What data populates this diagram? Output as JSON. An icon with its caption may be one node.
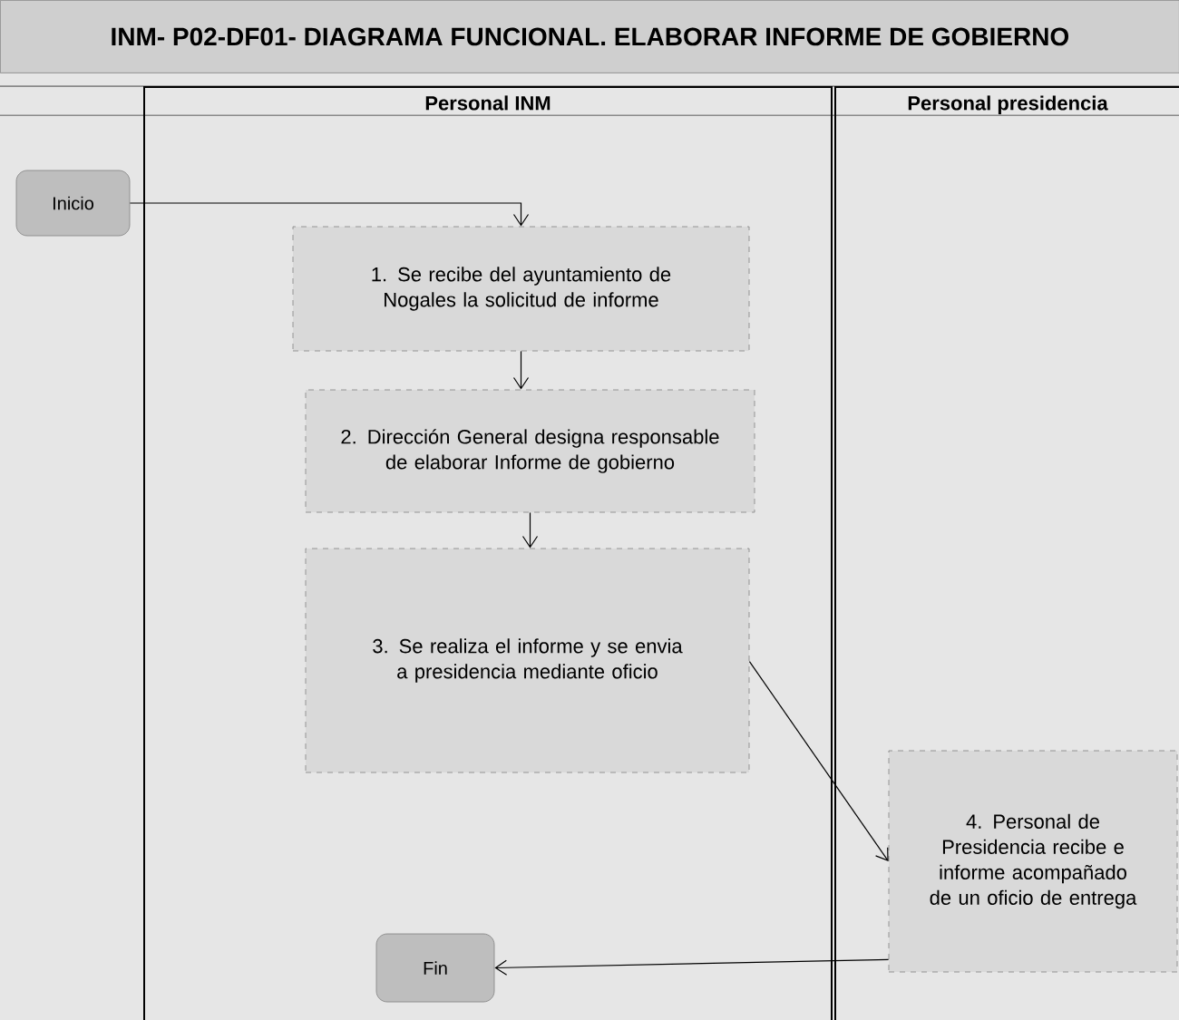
{
  "diagram": {
    "title": "INM- P02-DF01- DIAGRAMA FUNCIONAL. ELABORAR INFORME DE GOBIERNO",
    "nodes": [
      {
        "text": [
          "Personal INM"
        ]
      },
      {
        "text": [
          "Personal presidencia"
        ]
      },
      {
        "text": [
          "Inicio"
        ]
      },
      {
        "text": [
          "1. Se recibe del ayuntamiento de Nogales la solicitud de informe"
        ],
        "in": 0
      },
      {
        "text": [
          "2. Dirección General designa responsable de elaborar Informe de gobierno"
        ],
        "in": 0
      },
      {
        "text": [
          "3. Se realiza el informe y se envia a presidencia mediante oficio"
        ],
        "in": 0
      },
      {
        "text": [
          "4. Personal de Presidencia recibe e informe acompañado de un oficio de entrega"
        ],
        "in": 1
      },
      {
        "text": [
          "Fin"
        ],
        "in": 0
      }
    ],
    "edges": [
      {
        "from": 2,
        "to": 3,
        "arrow": "to"
      },
      {
        "from": 3,
        "to": 4,
        "arrow": "to"
      },
      {
        "from": 4,
        "to": 5,
        "arrow": "to"
      },
      {
        "from": 5,
        "to": 6,
        "arrow": "to"
      },
      {
        "from": 6,
        "to": 7,
        "arrow": "to"
      }
    ]
  }
}
